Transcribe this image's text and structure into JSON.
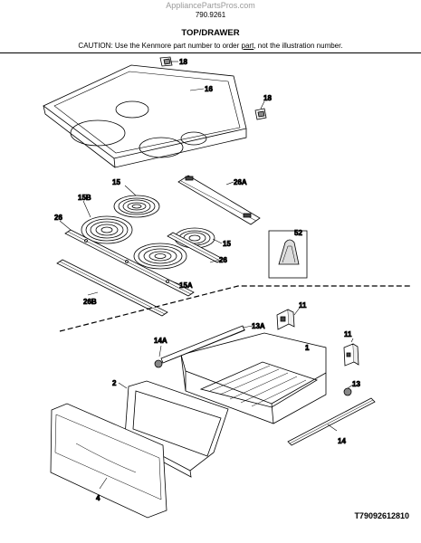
{
  "header": {
    "site": "AppliancePartsPros.com",
    "doc_number": "790.9261",
    "title": "TOP/DRAWER",
    "caution_before": "CAUTION: Use the Kenmore part number to order ",
    "caution_link": "part",
    "caution_after": ", not the illustration number."
  },
  "callouts": [
    {
      "id": "18",
      "text": "18"
    },
    {
      "id": "16",
      "text": "16"
    },
    {
      "id": "18b",
      "text": "18"
    },
    {
      "id": "26A",
      "text": "26A"
    },
    {
      "id": "15",
      "text": "15"
    },
    {
      "id": "15B",
      "text": "15B"
    },
    {
      "id": "26",
      "text": "26"
    },
    {
      "id": "15b",
      "text": "15"
    },
    {
      "id": "52",
      "text": "52"
    },
    {
      "id": "26b",
      "text": "26"
    },
    {
      "id": "15A",
      "text": "15A"
    },
    {
      "id": "26B",
      "text": "26B"
    },
    {
      "id": "11",
      "text": "11"
    },
    {
      "id": "13A",
      "text": "13A"
    },
    {
      "id": "14A",
      "text": "14A"
    },
    {
      "id": "1",
      "text": "1"
    },
    {
      "id": "11b",
      "text": "11"
    },
    {
      "id": "2",
      "text": "2"
    },
    {
      "id": "13",
      "text": "13"
    },
    {
      "id": "14",
      "text": "14"
    },
    {
      "id": "4",
      "text": "4"
    }
  ],
  "footer": {
    "illustration_code": "T79092612810"
  }
}
